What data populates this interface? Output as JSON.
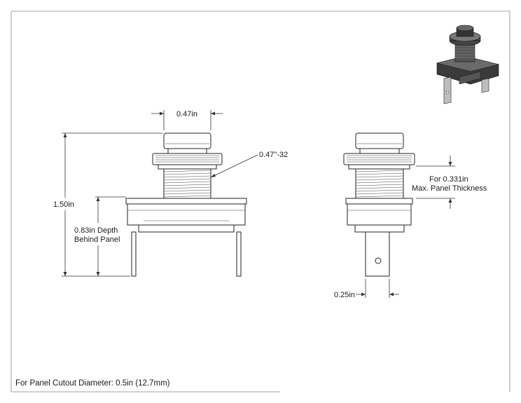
{
  "dimensions": {
    "button_diameter": "0.47in",
    "thread_spec": "0.47\"-32",
    "overall_height": "1.50in",
    "depth_line1": "0.83in Depth",
    "depth_line2": "Behind Panel",
    "panel_line1": "For 0.331in",
    "panel_line2": "Max. Panel Thickness",
    "terminal_width": "0.25in"
  },
  "note": "For Panel Cutout Diameter: 0.5in (12.7mm)",
  "colors": {
    "line": "#222222",
    "frame": "#888888",
    "shade": "#3a3a3a"
  }
}
